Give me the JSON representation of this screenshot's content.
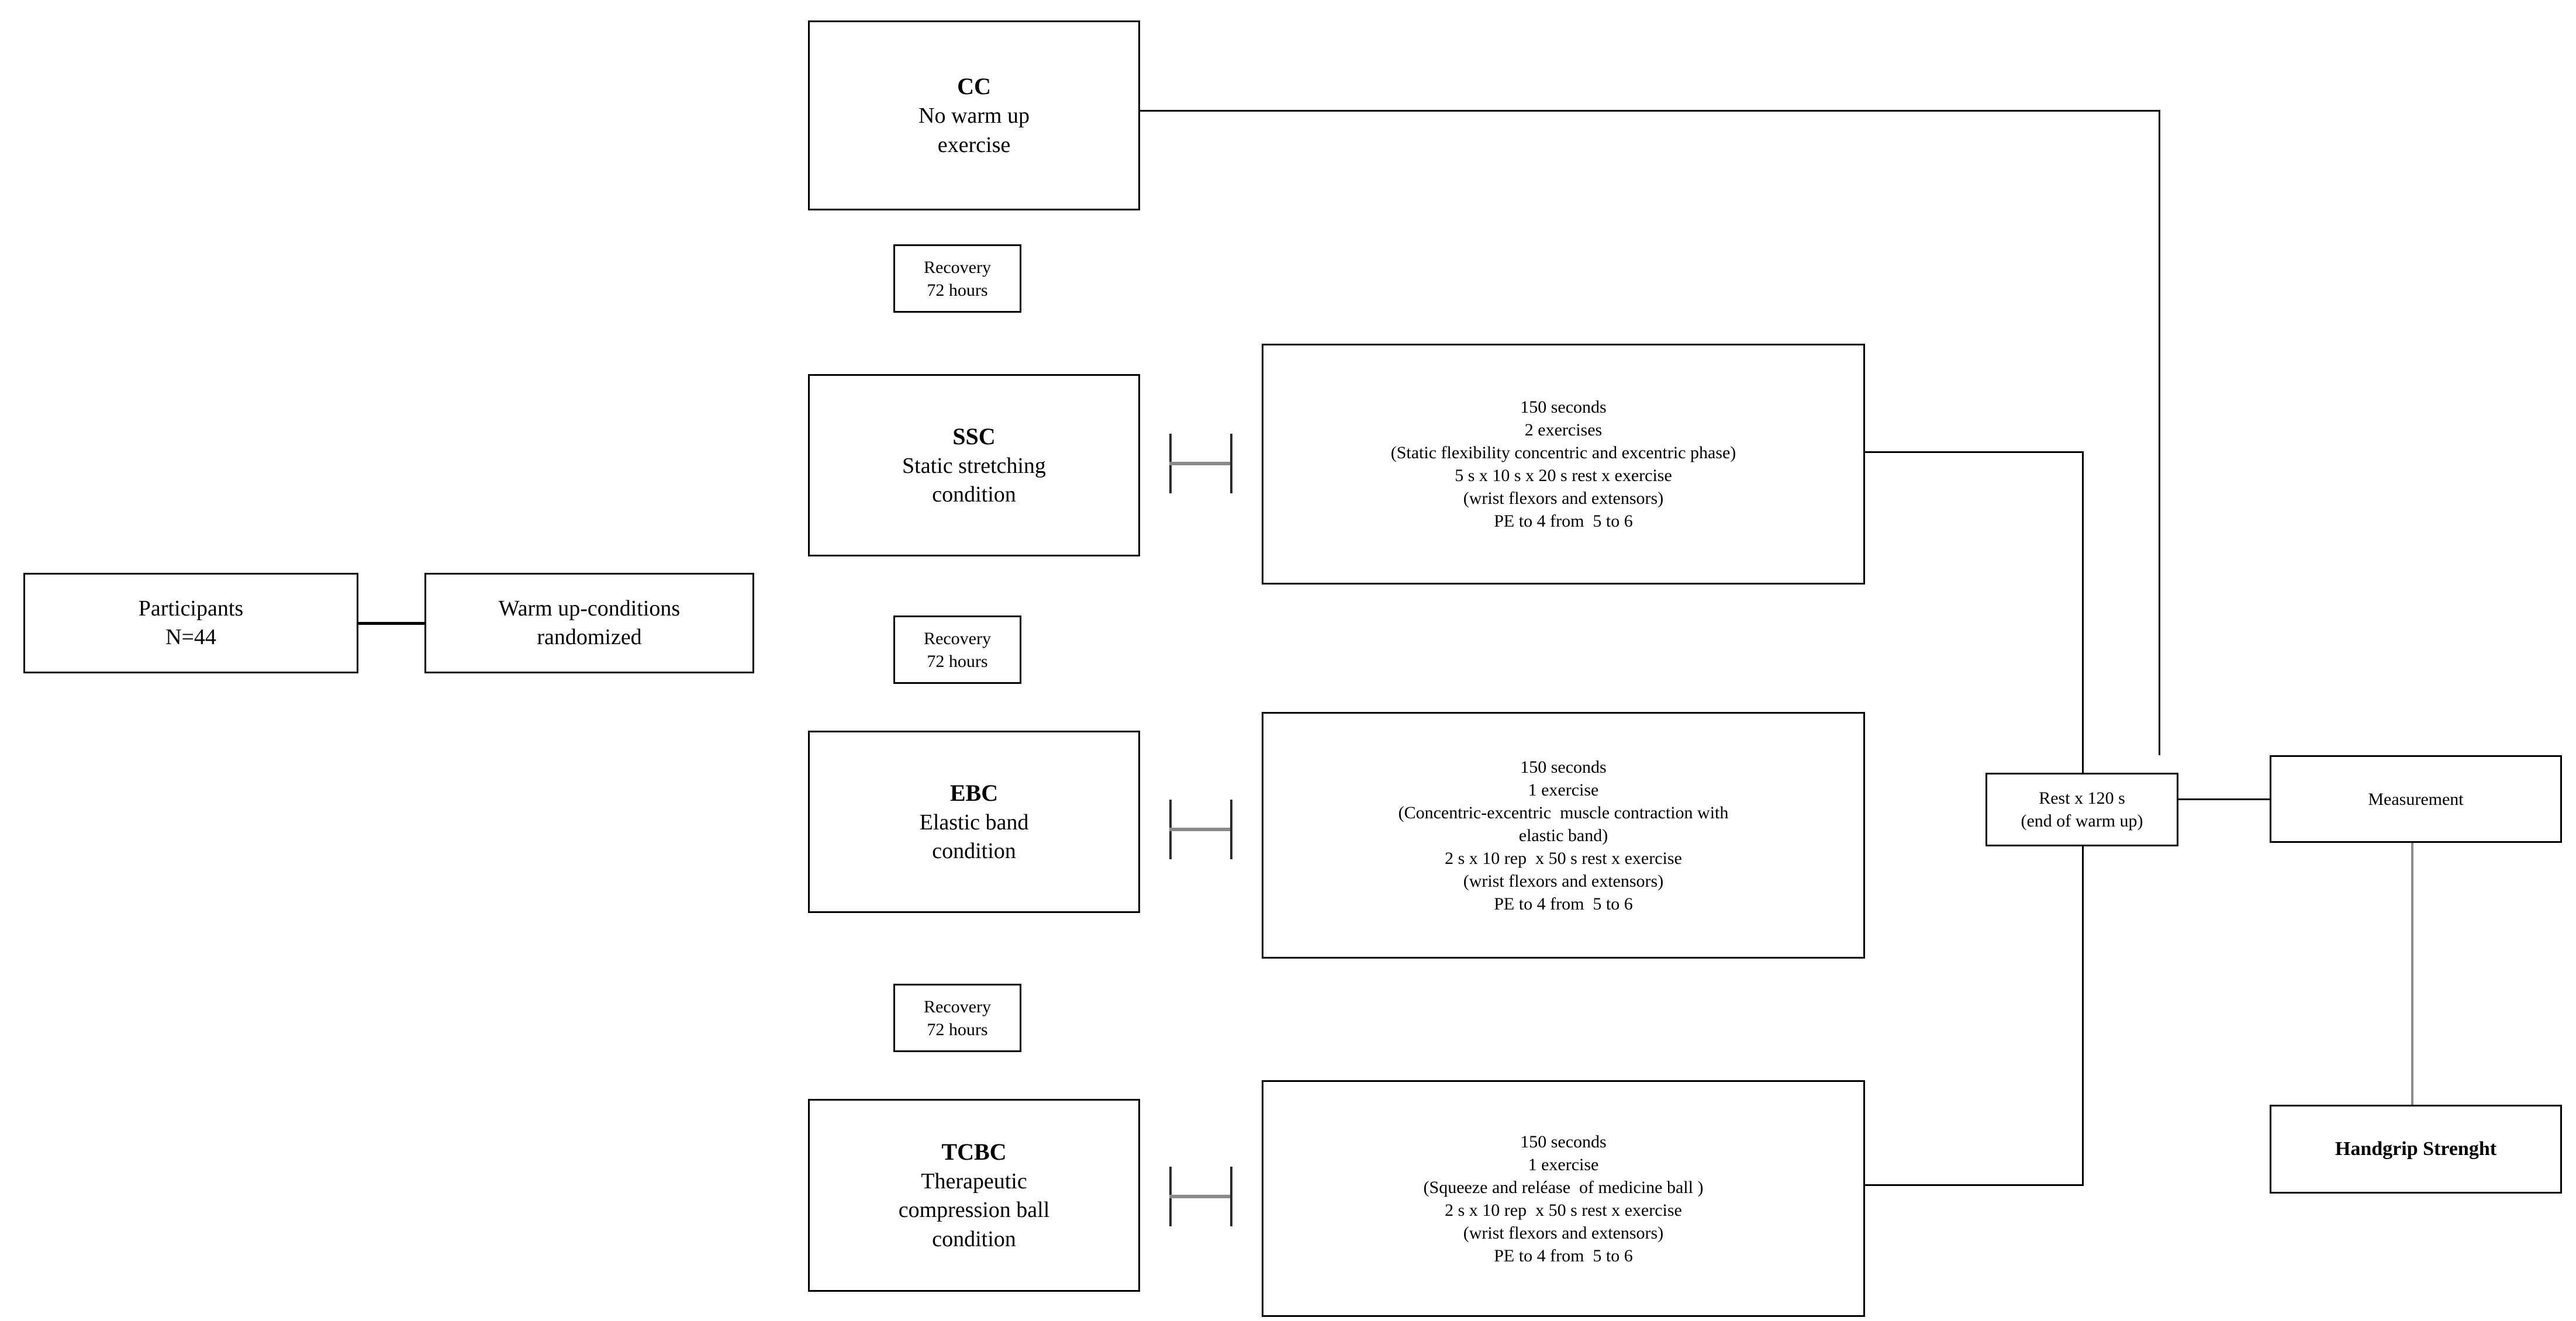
{
  "diagram": {
    "title": "Study design flowchart",
    "accent_color": "#000000",
    "connector_gray": "#8a8a8a"
  },
  "nodes": {
    "participants": {
      "line1": "Participants",
      "line2": "N=44"
    },
    "randomization": {
      "line1": "Warm up-conditions",
      "line2": "randomized"
    },
    "cc": {
      "code": "CC",
      "line1": "No warm up",
      "line2": "exercise"
    },
    "recovery_1": {
      "line1": "Recovery",
      "line2": "72 hours"
    },
    "ssc": {
      "code": "SSC",
      "line1": "Static stretching",
      "line2": "condition"
    },
    "ssc_detail": {
      "line1": "150 seconds",
      "line2": "2 exercises",
      "line3": "(Static flexibility concentric and excentric phase)",
      "line4": "5 s x 10 s x 20 s rest x exercise",
      "line5": "(wrist flexors and extensors)",
      "line6": "PE to 4 from  5 to 6"
    },
    "recovery_2": {
      "line1": "Recovery",
      "line2": "72 hours"
    },
    "ebc": {
      "code": "EBC",
      "line1": "Elastic band",
      "line2": "condition"
    },
    "ebc_detail": {
      "line1": "150 seconds",
      "line2": "1 exercise",
      "line3": "(Concentric-excentric  muscle contraction with",
      "line4": "elastic band)",
      "line5": "2 s x 10 rep  x 50 s rest x exercise",
      "line6": "(wrist flexors and extensors)",
      "line7": "PE to 4 from  5 to 6"
    },
    "recovery_3": {
      "line1": "Recovery",
      "line2": "72 hours"
    },
    "tcbc": {
      "code": "TCBC",
      "line1": "Therapeutic",
      "line2": "compression ball",
      "line3": "condition"
    },
    "tcbc_detail": {
      "line1": "150 seconds",
      "line2": "1 exercise",
      "line3": "(Squeeze and reléase  of medicine ball )",
      "line4": "2 s x 10 rep  x 50 s rest x exercise",
      "line5": "(wrist flexors and extensors)",
      "line6": "PE to 4 from  5 to 6"
    },
    "rest": {
      "line1": "Rest x 120 s",
      "line2": "(end of warm up)"
    },
    "measurement": {
      "label": "Measurement"
    },
    "outcome": {
      "label": "Handgrip Strenght"
    }
  }
}
